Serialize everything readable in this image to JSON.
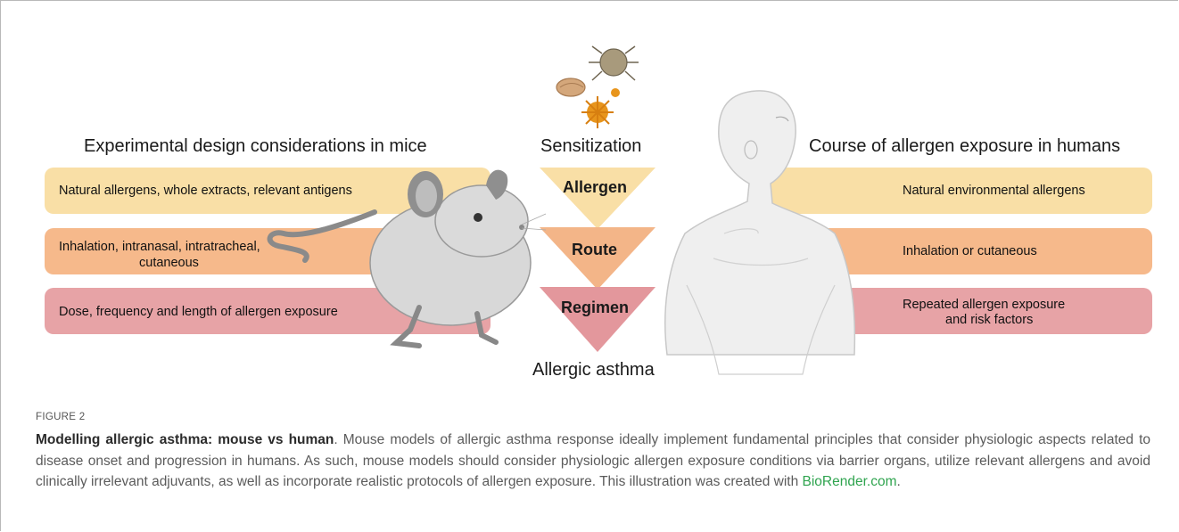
{
  "figure": {
    "left_heading": "Experimental design considerations in mice",
    "center_heading": "Sensitization",
    "right_heading": "Course of allergen exposure in humans",
    "bottom_label": "Allergic asthma",
    "funnel": [
      "Allergen",
      "Route",
      "Regimen"
    ],
    "mice_rows": [
      "Natural allergens, whole extracts, relevant antigens",
      "Inhalation, intranasal, intratracheal,",
      "cutaneous",
      "Dose, frequency and length of allergen exposure"
    ],
    "human_rows": [
      "Natural environmental allergens",
      "Inhalation or cutaneous",
      "Repeated allergen exposure",
      "and risk factors"
    ],
    "colors": {
      "row1": "#f9dfa6",
      "row2": "#f6b98b",
      "row3": "#e7a3a6",
      "funnel1": "#f9dfa6",
      "funnel2": "#f3b588",
      "funnel3": "#e3979c"
    }
  },
  "caption": {
    "label": "FIGURE 2",
    "title": "Modelling allergic asthma: mouse vs human",
    "body": ". Mouse models of allergic asthma response ideally implement fundamental principles that consider physiologic aspects related to disease onset and progression in humans. As such, mouse models should consider physiologic allergen exposure conditions via barrier organs, utilize relevant allergens and avoid clinically irrelevant adjuvants, as well as incorporate realistic protocols of allergen exposure. This illustration was created with ",
    "link": "BioRender.com",
    "end": "."
  }
}
